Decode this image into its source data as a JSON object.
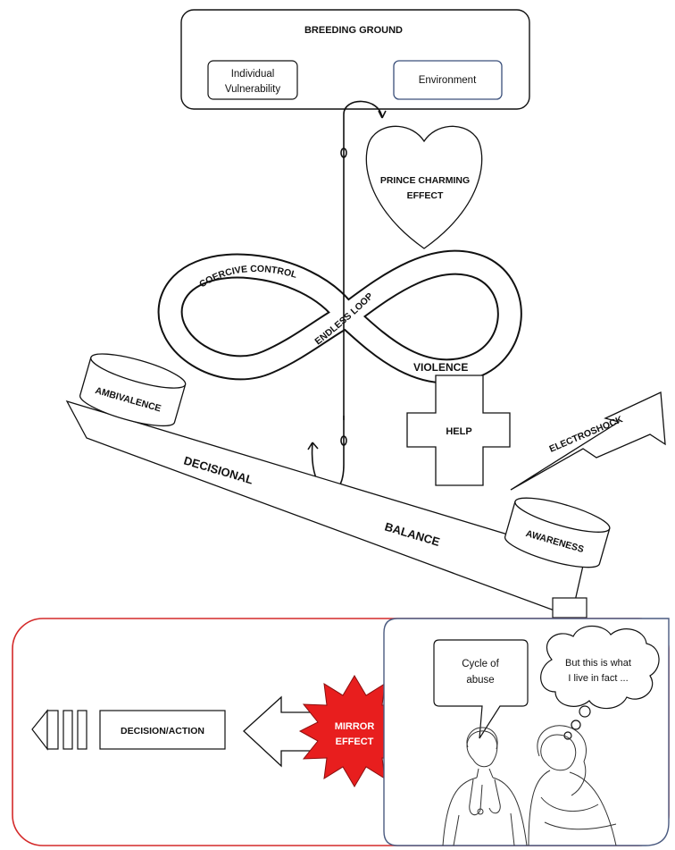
{
  "breeding_ground": {
    "title": "BREEDING GROUND",
    "vulnerability_line1": "Individual",
    "vulnerability_line2": "Vulnerability",
    "environment": "Environment"
  },
  "heart": {
    "line1": "PRINCE CHARMING",
    "line2": "EFFECT"
  },
  "loop": {
    "coercive_control": "COERCIVE CONTROL",
    "endless_loop": "ENDLESS LOOP",
    "violence": "VIOLENCE"
  },
  "balance": {
    "ambivalence": "AMBIVALENCE",
    "decisional": "DECISIONAL",
    "balance": "BALANCE",
    "awareness": "AWARENESS"
  },
  "help": "HELP",
  "electroshock": "ELECTROSHOCK",
  "bottom": {
    "decision_action": "DECISION/ACTION",
    "mirror_line1": "MIRROR",
    "mirror_line2": "EFFECT",
    "speech_line1": "Cycle of",
    "speech_line2": "abuse",
    "thought_line1": "But this is what",
    "thought_line2": "I live in fact ..."
  },
  "colors": {
    "ink": "#111111",
    "frame_red": "#d42a2a",
    "star_red": "#e81e1e",
    "panel_border": "#4a5a80",
    "env_border": "#3a4f7a"
  }
}
